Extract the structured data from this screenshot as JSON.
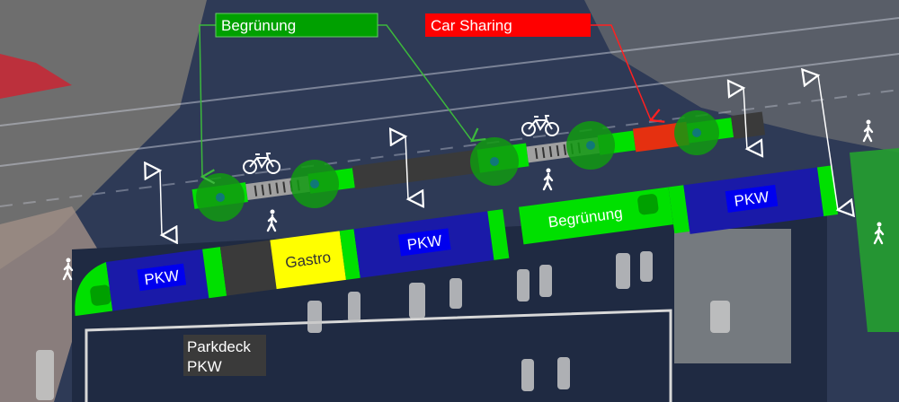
{
  "callouts": {
    "greening": "Begrünung",
    "car_sharing": "Car Sharing"
  },
  "zones": {
    "pkw_left": "PKW",
    "gastro": "Gastro",
    "pkw_middle": "PKW",
    "greening_block": "Begrünung",
    "pkw_right": "PKW"
  },
  "parking_deck": {
    "line1": "Parkdeck",
    "line2": "PKW"
  },
  "colors": {
    "green": "#00e000",
    "dark_green": "#00a000",
    "blue": "#1a1aa8",
    "label_blue": "#0000ee",
    "yellow": "#ffff00",
    "red": "#ff0000",
    "dark_gray": "#3a3a3a",
    "gray": "#a0a0a0"
  }
}
